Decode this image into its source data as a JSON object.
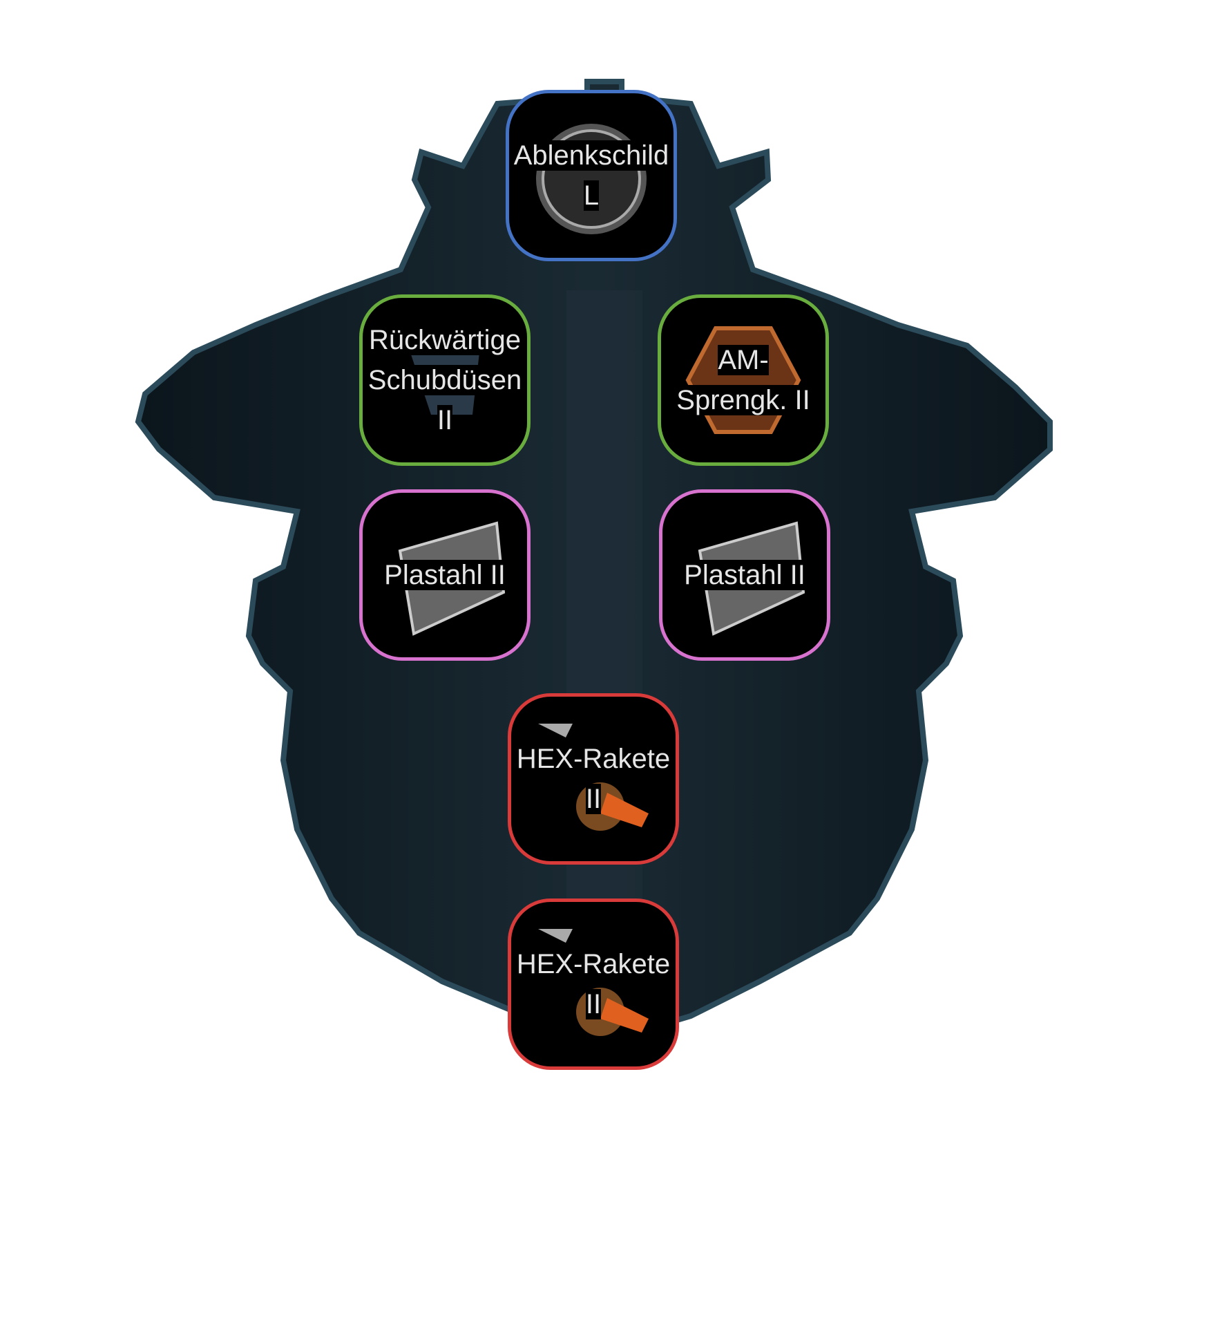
{
  "colors": {
    "shield": "#4472c4",
    "engine": "#6aad3f",
    "armor": "#d872cf",
    "weapon": "#d93a3a",
    "hull": "#0d1820",
    "hull_edge": "#2a4a5a"
  },
  "slots": [
    {
      "label_lines": [
        "Ablenkschild",
        "L"
      ],
      "type": "shield",
      "icon": "shield-sphere-icon"
    },
    {
      "label_lines": [
        "Rückwärtige",
        "Schubdüsen",
        "II"
      ],
      "type": "engine",
      "icon": "thruster-icon"
    },
    {
      "label_lines": [
        "AM-",
        "Sprengk. II"
      ],
      "type": "engine",
      "icon": "warhead-icon"
    },
    {
      "label_lines": [
        "Plastahl II"
      ],
      "type": "armor",
      "icon": "armor-plate-icon"
    },
    {
      "label_lines": [
        "Plastahl II"
      ],
      "type": "armor",
      "icon": "armor-plate-icon"
    },
    {
      "label_lines": [
        "HEX-Rakete",
        "II"
      ],
      "type": "weapon",
      "icon": "missile-icon"
    },
    {
      "label_lines": [
        "HEX-Rakete",
        "II"
      ],
      "type": "weapon",
      "icon": "missile-icon"
    }
  ]
}
